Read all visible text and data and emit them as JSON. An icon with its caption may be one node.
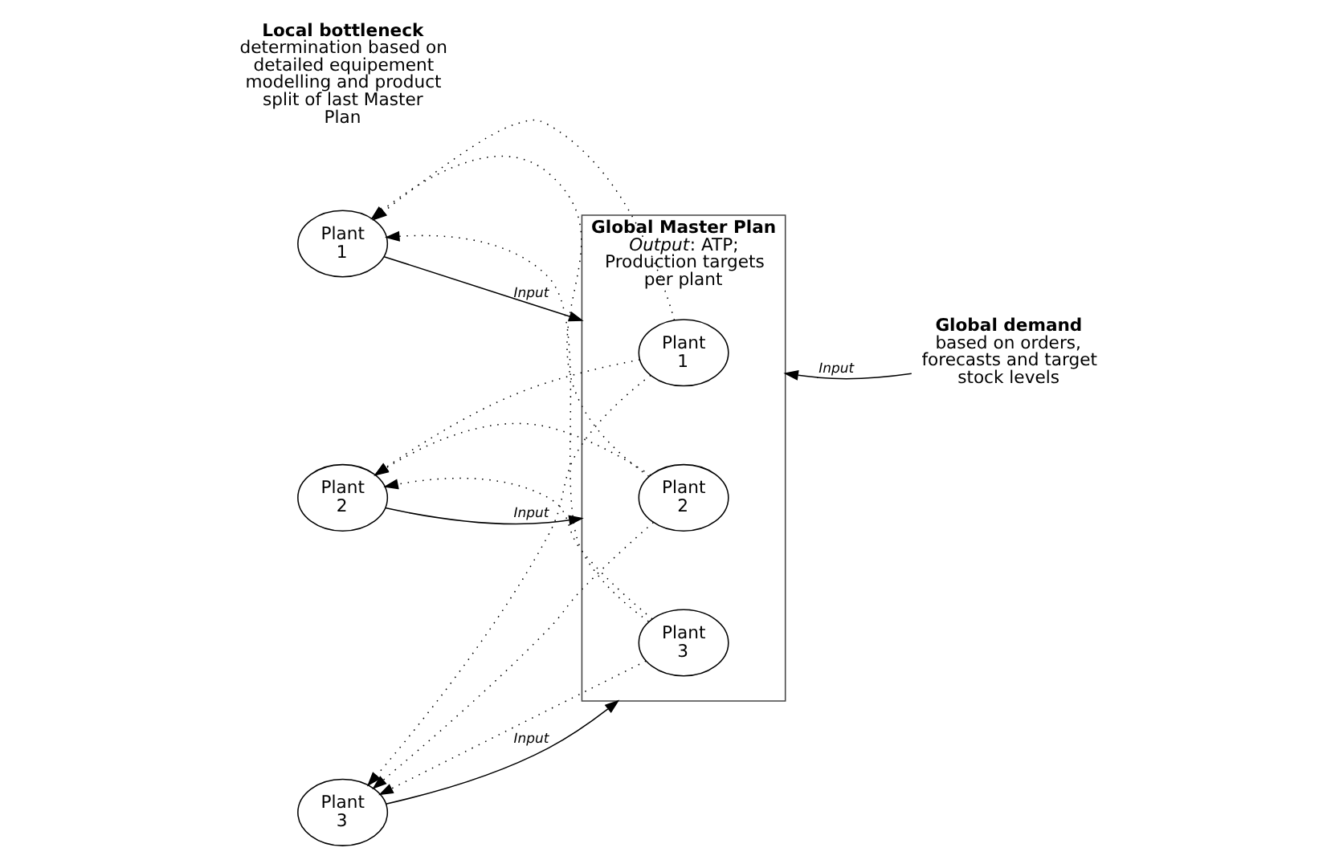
{
  "diagram": {
    "nodes": [
      {
        "text": [
          "Global Master Plan",
          "*Output*: ATP; Production targets per plant"
        ]
      },
      {
        "text": [
          "Global demand",
          "based on orders, forecasts and target stock levels"
        ]
      },
      {
        "text": [
          "Plant 1"
        ]
      },
      {
        "text": [
          "Plant 2"
        ]
      },
      {
        "text": [
          "Plant 3"
        ]
      },
      {
        "text": [
          "Plant 1"
        ],
        "in": 0
      },
      {
        "text": [
          "Plant 2"
        ],
        "in": 0
      },
      {
        "text": [
          "Plant 3"
        ],
        "in": 0
      }
    ],
    "edges": [
      {
        "from": 1,
        "to": 0,
        "arrow": "to",
        "label": "Input"
      },
      {
        "from": 2,
        "to": 0,
        "arrow": "to",
        "label": "Input"
      },
      {
        "from": 3,
        "to": 0,
        "arrow": "to",
        "label": "Input"
      },
      {
        "from": 4,
        "to": 0,
        "arrow": "to",
        "label": "Input"
      },
      {
        "from": 5,
        "to": 2,
        "arrow": "to",
        "style": "dashed"
      },
      {
        "from": 5,
        "to": 3,
        "arrow": "to",
        "style": "dashed"
      },
      {
        "from": 5,
        "to": 4,
        "arrow": "to",
        "style": "dashed"
      },
      {
        "from": 6,
        "to": 2,
        "arrow": "to",
        "style": "dashed"
      },
      {
        "from": 6,
        "to": 3,
        "arrow": "to",
        "style": "dashed"
      },
      {
        "from": 6,
        "to": 4,
        "arrow": "to",
        "style": "dashed"
      },
      {
        "from": 7,
        "to": 2,
        "arrow": "to",
        "style": "dashed"
      },
      {
        "from": 7,
        "to": 3,
        "arrow": "to",
        "style": "dashed"
      },
      {
        "from": 7,
        "to": 4,
        "arrow": "to",
        "style": "dashed"
      }
    ],
    "labels": [
      "Local bottleneck",
      "determination based on detailed equipement modelling and product split of last Master Plan"
    ]
  }
}
